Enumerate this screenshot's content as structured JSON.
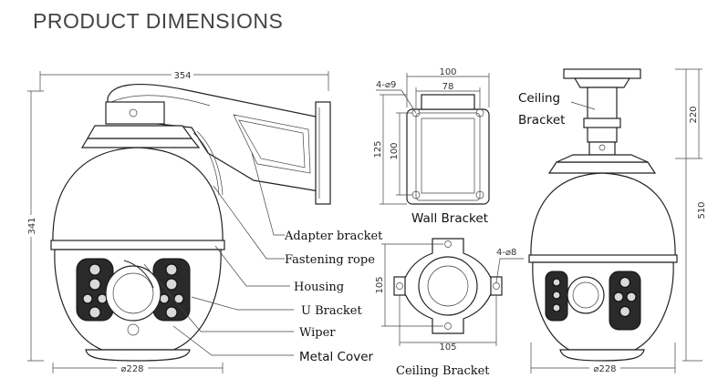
{
  "title": "PRODUCT DIMENSIONS",
  "dimensions": {
    "overall_width": "354",
    "overall_height": "341",
    "dome_diameter_left": "⌀228",
    "wall_bracket_outer": "100",
    "wall_bracket_inner": "78",
    "wall_bracket_holes": "4-⌀9",
    "wall_bracket_height": "125",
    "wall_bracket_inner_height": "100",
    "ceiling_bracket_width": "105",
    "ceiling_bracket_height": "105",
    "ceiling_bracket_holes": "4-⌀8",
    "ceiling_bracket_drop": "220",
    "ceiling_total_height": "510",
    "dome_diameter_right": "⌀228"
  },
  "labels": {
    "adapter_bracket": "Adapter bracket",
    "fastening_rope": "Fastening rope",
    "housing": "Housing",
    "u_bracket": "U Bracket",
    "wiper": "Wiper",
    "metal_cover": "Metal Cover",
    "wall_bracket": "Wall Bracket",
    "ceiling_bracket_bottom": "Ceiling Bracket",
    "ceiling_bracket_side_1": "Ceiling",
    "ceiling_bracket_side_2": "Bracket"
  }
}
